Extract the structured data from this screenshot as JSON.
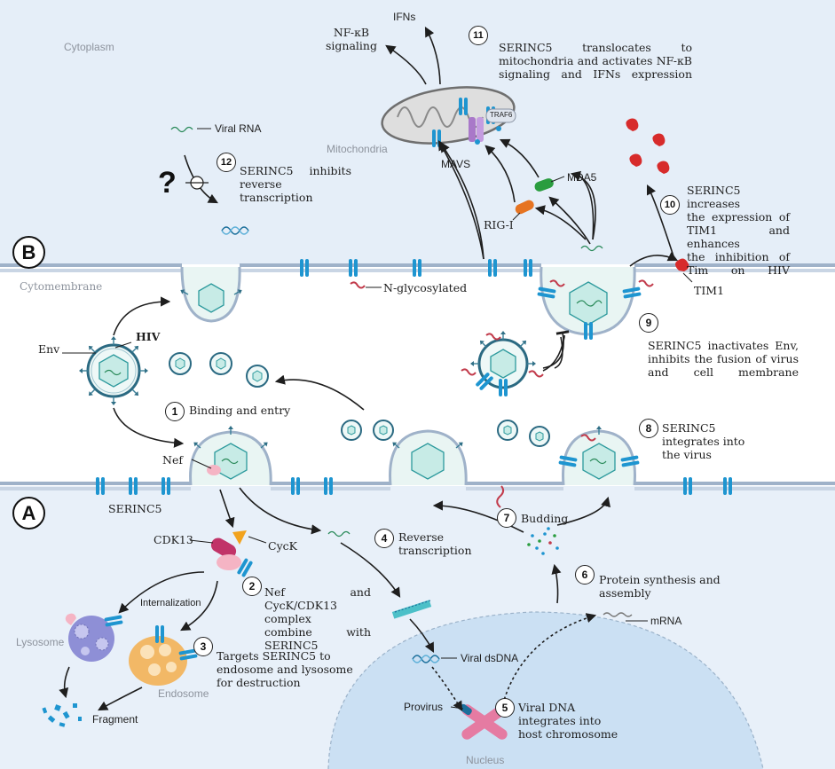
{
  "panels": {
    "a": "A",
    "b": "B"
  },
  "regions": {
    "cytoplasm": "Cytoplasm",
    "cytomembrane": "Cytomembrane",
    "mitochondria": "Mitochondria",
    "lysosome": "Lysosome",
    "endosome": "Endosome",
    "nucleus": "Nucleus"
  },
  "labels": {
    "hiv": "HIV",
    "env": "Env",
    "nef": "Nef",
    "serinc5": "SERINC5",
    "cdk13": "CDK13",
    "cyck": "CycK",
    "internalization": "Internalization",
    "fragment": "Fragment",
    "viral_dsdna": "Viral dsDNA",
    "mrna": "mRNA",
    "provirus": "Provirus",
    "viral_rna": "Viral RNA",
    "question_mark": "?",
    "n_glycosylated": "N-glycosylated",
    "mavs": "MAVS",
    "traf6": "TRAF6",
    "mda5": "MDA5",
    "rig_i": "RIG-I",
    "ifns": "IFNs",
    "nfkb_line1": "NF-κB",
    "nfkb_line2": "signaling",
    "tim1": "TIM1"
  },
  "steps": [
    {
      "num": "1",
      "lines": [
        "Binding and entry"
      ]
    },
    {
      "num": "2",
      "lines": [
        "Nef and",
        "CycK/CDK13 complex",
        "combine with SERINC5"
      ]
    },
    {
      "num": "3",
      "lines": [
        "Targets SERINC5 to",
        "endosome and lysosome",
        "for destruction"
      ]
    },
    {
      "num": "4",
      "lines": [
        "Reverse",
        "transcription"
      ]
    },
    {
      "num": "5",
      "lines": [
        "Viral DNA",
        "integrates into",
        "host chromosome"
      ]
    },
    {
      "num": "6",
      "lines": [
        "Protein synthesis and",
        "assembly"
      ]
    },
    {
      "num": "7",
      "lines": [
        "Budding"
      ]
    },
    {
      "num": "8",
      "lines": [
        "SERINC5",
        "integrates into",
        "the virus"
      ]
    },
    {
      "num": "9",
      "lines": [
        "SERINC5 inactivates Env,",
        "inhibits the fusion of virus",
        "and cell membrane"
      ]
    },
    {
      "num": "10",
      "lines": [
        "SERINC5 increases",
        "the expression of",
        "TIM1 and enhances",
        "the inhibition of",
        "Tim on HIV"
      ]
    },
    {
      "num": "11",
      "lines": [
        "SERINC5 translocates to",
        "mitochondria and activates NF-κB",
        "signaling and IFNs expression"
      ]
    },
    {
      "num": "12",
      "lines": [
        "SERINC5 inhibits",
        "reverse transcription"
      ]
    }
  ],
  "colors": {
    "cytoplasm_b": "#e5eef8",
    "membrane": "#b3c4da",
    "serinc5": "#1e95d0",
    "virus_teal": "#2d9a9d",
    "nucleus": "#cbe0f3",
    "chromosome": "#e57ba2",
    "tim1_red": "#d72b2b",
    "mda5_green": "#2a9d3f",
    "rigi_orange": "#e67422",
    "mavs_purple": "#a978c9",
    "lysosome": "#8e8fd6",
    "endosome": "#f2b866",
    "cdk13": "#c13368",
    "cyck": "#f2a31e"
  }
}
